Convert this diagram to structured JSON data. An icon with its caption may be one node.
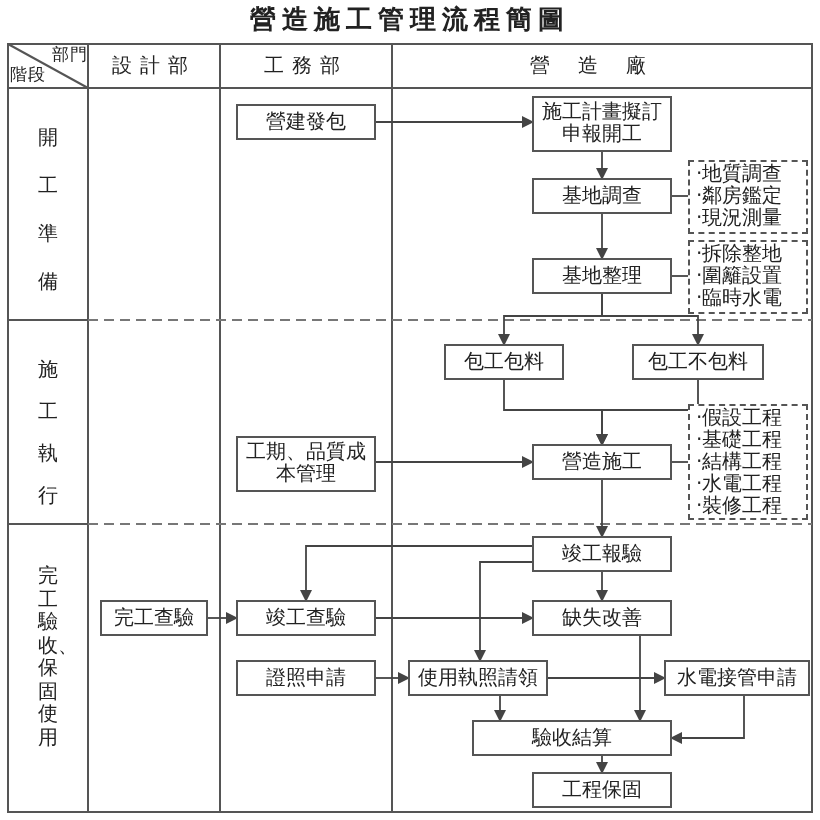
{
  "diagram": {
    "title": "營造施工管理流程簡圖",
    "nodes": [
      {
        "text": [
          "營建發包"
        ]
      },
      {
        "text": [
          "施工計畫擬訂申報開工"
        ]
      },
      {
        "text": [
          "基地調查"
        ]
      },
      {
        "text": [
          "‧地質調查",
          "‧鄰房鑑定",
          "‧現況測量"
        ]
      },
      {
        "text": [
          "基地整理"
        ]
      },
      {
        "text": [
          "‧拆除整地",
          "‧圍籬設置",
          "‧臨時水電"
        ]
      },
      {
        "text": [
          "包工包料"
        ]
      },
      {
        "text": [
          "包工不包料"
        ]
      },
      {
        "text": [
          "工期、品質成本管理"
        ]
      },
      {
        "text": [
          "營造施工"
        ]
      },
      {
        "text": [
          "‧假設工程",
          "‧基礎工程",
          "‧結構工程",
          "‧水電工程",
          "‧裝修工程"
        ]
      },
      {
        "text": [
          "竣工報驗"
        ]
      },
      {
        "text": [
          "完工查驗"
        ]
      },
      {
        "text": [
          "竣工查驗"
        ]
      },
      {
        "text": [
          "缺失改善"
        ]
      },
      {
        "text": [
          "證照申請"
        ]
      },
      {
        "text": [
          "使用執照請領"
        ]
      },
      {
        "text": [
          "水電接管申請"
        ]
      },
      {
        "text": [
          "驗收結算"
        ]
      },
      {
        "text": [
          "工程保固"
        ]
      }
    ],
    "edges": [
      {
        "from": 0,
        "to": 1,
        "arrow": "to"
      },
      {
        "from": 1,
        "to": 2,
        "arrow": "to"
      },
      {
        "from": 2,
        "to": 3,
        "arrow": "none"
      },
      {
        "from": 2,
        "to": 4,
        "arrow": "to"
      },
      {
        "from": 4,
        "to": 5,
        "arrow": "none"
      },
      {
        "from": 4,
        "to": 6,
        "arrow": "to"
      },
      {
        "from": 4,
        "to": 7,
        "arrow": "to"
      },
      {
        "from": 6,
        "to": 9,
        "arrow": "to"
      },
      {
        "from": 7,
        "to": 9,
        "arrow": "to"
      },
      {
        "from": 8,
        "to": 9,
        "arrow": "to"
      },
      {
        "from": 9,
        "to": 10,
        "arrow": "none"
      },
      {
        "from": 9,
        "to": 11,
        "arrow": "to"
      },
      {
        "from": 11,
        "to": 13,
        "arrow": "to"
      },
      {
        "from": 11,
        "to": 14,
        "arrow": "to"
      },
      {
        "from": 12,
        "to": 13,
        "arrow": "to"
      },
      {
        "from": 13,
        "to": 14,
        "arrow": "to"
      },
      {
        "from": 11,
        "to": 16,
        "arrow": "to"
      },
      {
        "from": 15,
        "to": 16,
        "arrow": "to"
      },
      {
        "from": 16,
        "to": 17,
        "arrow": "to"
      },
      {
        "from": 14,
        "to": 18,
        "arrow": "to"
      },
      {
        "from": 16,
        "to": 18,
        "arrow": "to"
      },
      {
        "from": 17,
        "to": 18,
        "arrow": "to"
      },
      {
        "from": 18,
        "to": 19,
        "arrow": "to"
      }
    ],
    "labels": [
      "部門",
      "階段",
      "設計部",
      "工務部",
      "營造廠",
      "開工準備",
      "施工執行",
      "完工驗收、保固使用"
    ]
  }
}
